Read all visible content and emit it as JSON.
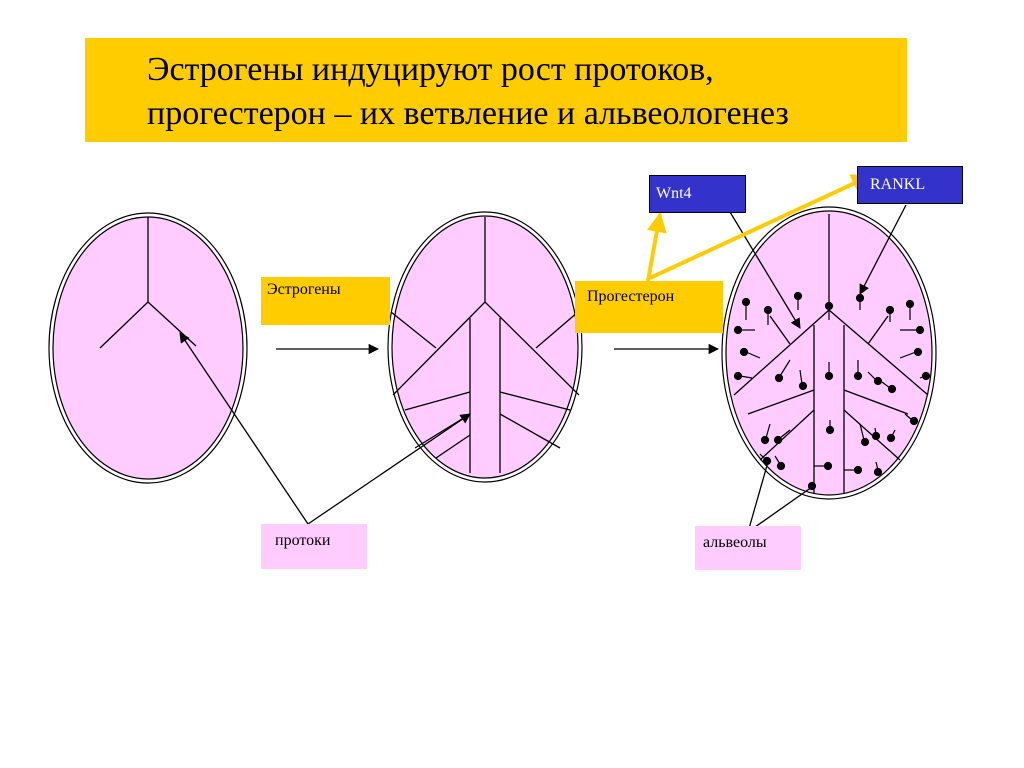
{
  "title": {
    "line1": "Эстрогены индуцируют рост протоков,",
    "line2": "прогестерон – их ветвление и альвеологенез"
  },
  "labels": {
    "estrogens": "Эстрогены",
    "progesterone": "Прогестерон",
    "wnt4": "Wnt4",
    "rankl": "RANKL",
    "ducts": "протоки",
    "alveoli": "альвеолы"
  },
  "colors": {
    "title_bg": "#ffcc00",
    "gland_fill": "#ffccff",
    "signal_box": "#3333cc",
    "signal_arrow": "#ffcc00"
  }
}
